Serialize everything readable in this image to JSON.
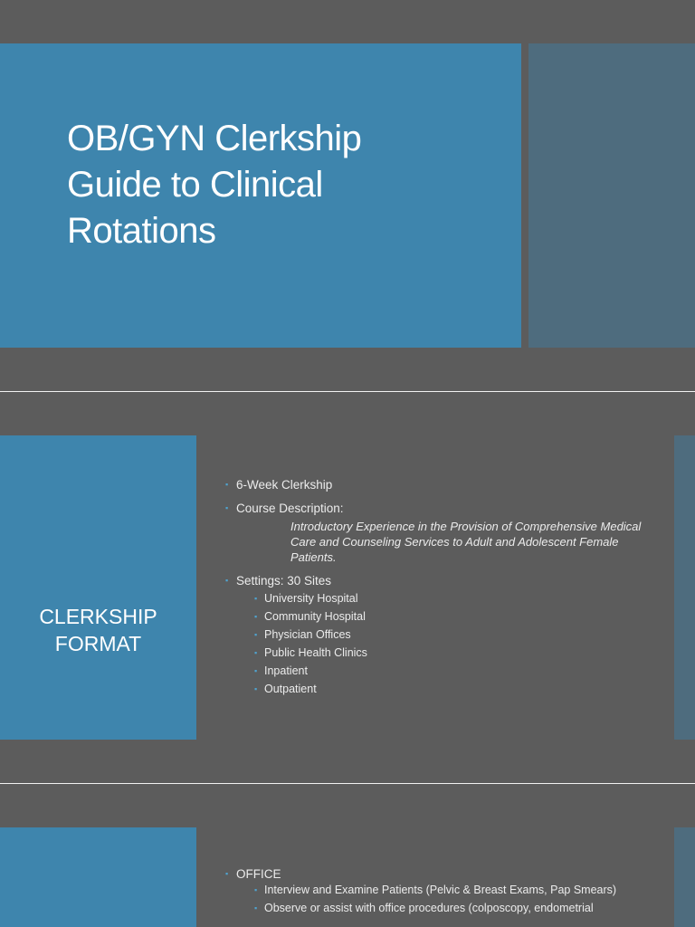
{
  "slide1": {
    "title": "OB/GYN Clerkship\nGuide to Clinical\nRotations"
  },
  "slide2": {
    "section_title": "CLERKSHIP\nFORMAT",
    "items": [
      {
        "text": "6-Week Clerkship"
      },
      {
        "text": "Course Description:"
      }
    ],
    "description": "Introductory Experience in the Provision of Comprehensive Medical Care and Counseling Services to Adult and Adolescent Female Patients.",
    "settings": {
      "label": "Settings: 30 Sites",
      "sites": [
        "University Hospital",
        "Community Hospital",
        "Physician Offices",
        "Public Health Clinics",
        "Inpatient",
        "Outpatient"
      ]
    }
  },
  "slide3": {
    "label": "OFFICE",
    "items": [
      "Interview and Examine Patients (Pelvic & Breast Exams, Pap Smears)",
      "Observe or assist with office procedures (colposcopy, endometrial"
    ]
  },
  "icons": {
    "bullet": "▪"
  }
}
